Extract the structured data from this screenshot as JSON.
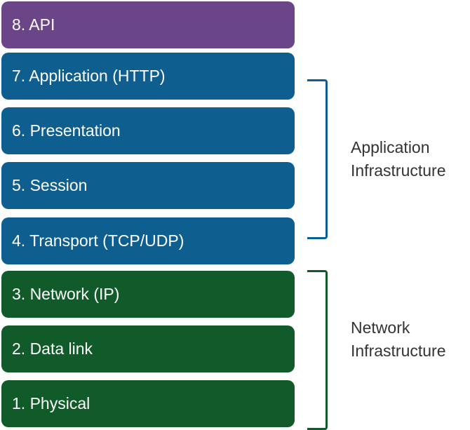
{
  "layers": [
    {
      "label": "8. API",
      "color": "#6a4588"
    },
    {
      "label": "7. Application (HTTP)",
      "color": "#0f5e90"
    },
    {
      "label": "6. Presentation",
      "color": "#0f5e90"
    },
    {
      "label": "5. Session",
      "color": "#0f5e90"
    },
    {
      "label": "4. Transport (TCP/UDP)",
      "color": "#0f5e90"
    },
    {
      "label": "3. Network (IP)",
      "color": "#115a2a"
    },
    {
      "label": "2. Data link",
      "color": "#115a2a"
    },
    {
      "label": "1. Physical",
      "color": "#115a2a"
    }
  ],
  "groups": {
    "application": {
      "line1": "Application",
      "line2": "Infrastructure",
      "color": "#0f5e90"
    },
    "network": {
      "line1": "Network",
      "line2": "Infrastructure",
      "color": "#115a2a"
    }
  }
}
